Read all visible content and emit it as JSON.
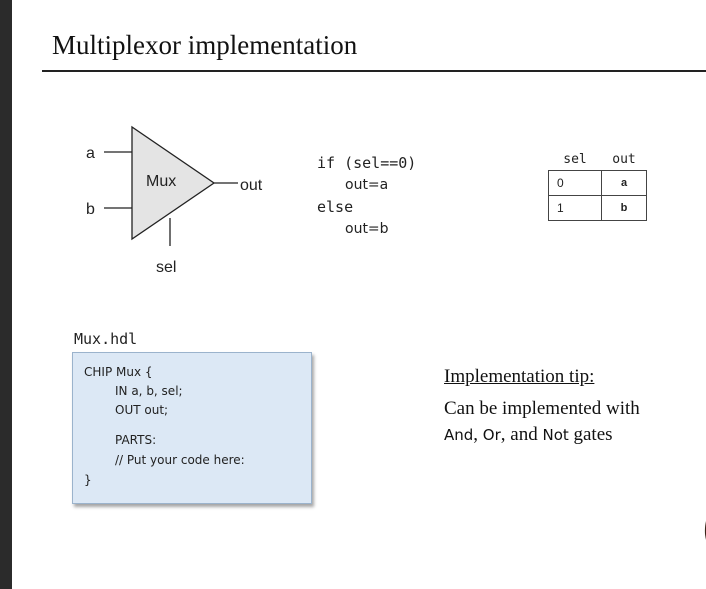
{
  "title": "Multiplexor implementation",
  "diagram": {
    "input_a": "a",
    "input_b": "b",
    "gate_label": "Mux",
    "output": "out",
    "select": "sel"
  },
  "pseudocode": [
    "if (sel==0)",
    "out=a",
    "else",
    "out=b"
  ],
  "truth_table": {
    "headers": [
      "sel",
      "out"
    ],
    "rows": [
      [
        "0",
        "a"
      ],
      [
        "1",
        "b"
      ]
    ]
  },
  "hdl": {
    "filename": "Mux.hdl",
    "lines": [
      "CHIP Mux {",
      "IN a, b, sel;",
      "OUT out;",
      "PARTS:",
      "// Put your code here:",
      "}"
    ]
  },
  "tip": {
    "heading": "Implementation tip:",
    "line1": "Can be implemented with",
    "g1": "And",
    "sep1": ", ",
    "g2": "Or",
    "sep2": ", and ",
    "g3": "Not",
    "tail": " gates"
  },
  "colors": {
    "hdl_box_bg": "#dce8f5",
    "gate_fill": "#e4e4e4"
  }
}
